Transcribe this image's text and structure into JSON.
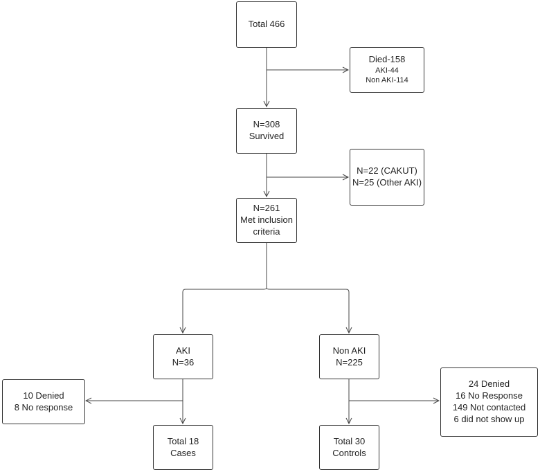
{
  "boxes": {
    "total": {
      "lines": [
        "Total 466"
      ]
    },
    "died": {
      "lines": [
        "Died-158",
        "AKI-44",
        "Non AKI-114"
      ]
    },
    "survived": {
      "lines": [
        "N=308",
        "Survived"
      ]
    },
    "excluded": {
      "lines": [
        "N=22 (CAKUT)",
        "N=25 (Other AKI)"
      ]
    },
    "inclusion": {
      "lines": [
        "N=261",
        "Met inclusion",
        "criteria"
      ]
    },
    "aki": {
      "lines": [
        "AKI",
        "N=36"
      ]
    },
    "non_aki": {
      "lines": [
        "Non AKI",
        "N=225"
      ]
    },
    "aki_dropout": {
      "lines": [
        "10 Denied",
        "8 No response"
      ]
    },
    "non_aki_dropout": {
      "lines": [
        "24 Denied",
        "16 No Response",
        "149 Not contacted",
        "6 did not show up"
      ]
    },
    "cases": {
      "lines": [
        "Total 18",
        "Cases"
      ]
    },
    "controls": {
      "lines": [
        "Total 30",
        "Controls"
      ]
    }
  }
}
